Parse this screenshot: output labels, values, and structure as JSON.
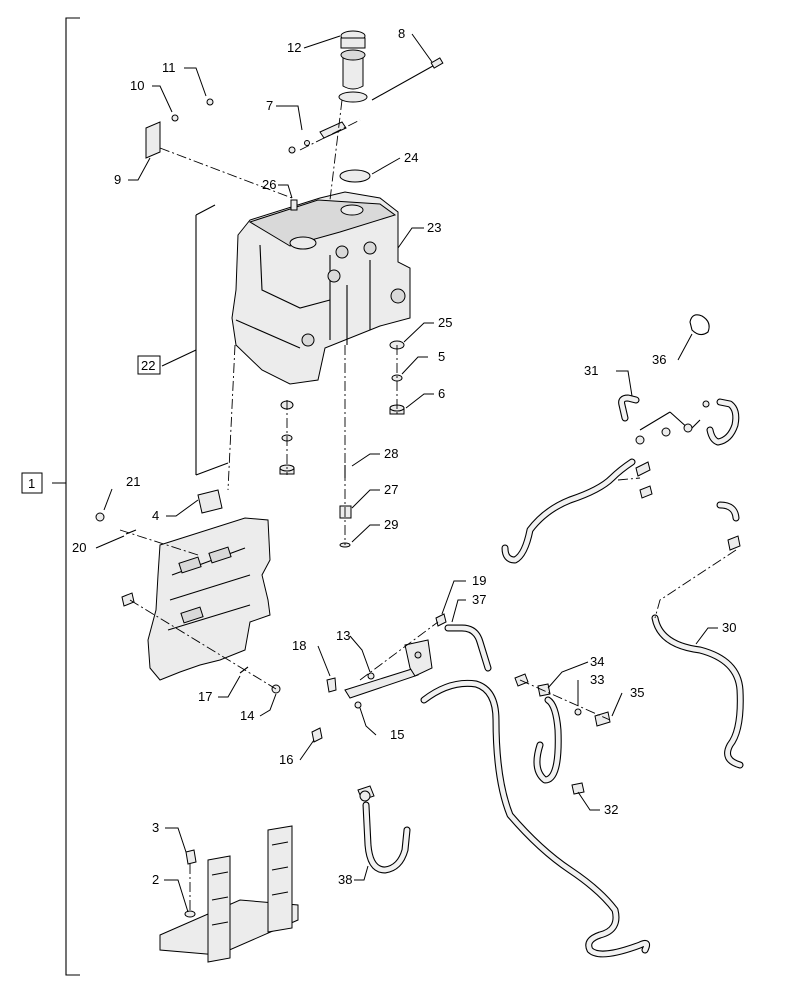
{
  "diagram": {
    "callouts": [
      "1",
      "2",
      "3",
      "4",
      "5",
      "6",
      "7",
      "8",
      "9",
      "10",
      "11",
      "12",
      "13",
      "14",
      "15",
      "16",
      "17",
      "18",
      "19",
      "20",
      "21",
      "22",
      "23",
      "24",
      "25",
      "26",
      "27",
      "28",
      "29",
      "30",
      "31",
      "32",
      "33",
      "34",
      "35",
      "36",
      "37",
      "38"
    ],
    "boxed_callouts": [
      "1",
      "22"
    ]
  }
}
